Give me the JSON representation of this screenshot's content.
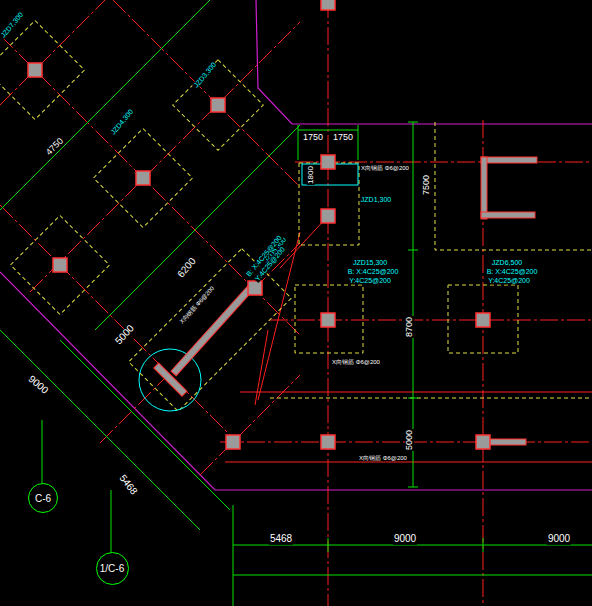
{
  "diagram": {
    "nodes": [
      {
        "text": [
          "C-6"
        ]
      },
      {
        "text": [
          "1/C-6"
        ]
      }
    ],
    "labels": [
      "1750",
      "1750",
      "1800",
      "JZD1,300",
      "7500",
      "8700",
      "5000",
      "JZD15,300",
      "B: X:4C25@200",
      "Y:4C25@200",
      "JZD6,500",
      "B: X:4C25@200",
      "Y:4C25@200",
      "X向钢筋 Φ6@200",
      "X向钢筋 Φ6@200",
      "X向钢筋 Φ6@200",
      "6200",
      "5000",
      "4750",
      "9000",
      "5468",
      "JZD7,300",
      "JZD3,300",
      "JZD4,300",
      "JZD5,300",
      "B: X:4C25@200",
      "Y:4C25@200",
      "X向钢筋 Φ6@200",
      "5468",
      "9000",
      "9000"
    ]
  }
}
